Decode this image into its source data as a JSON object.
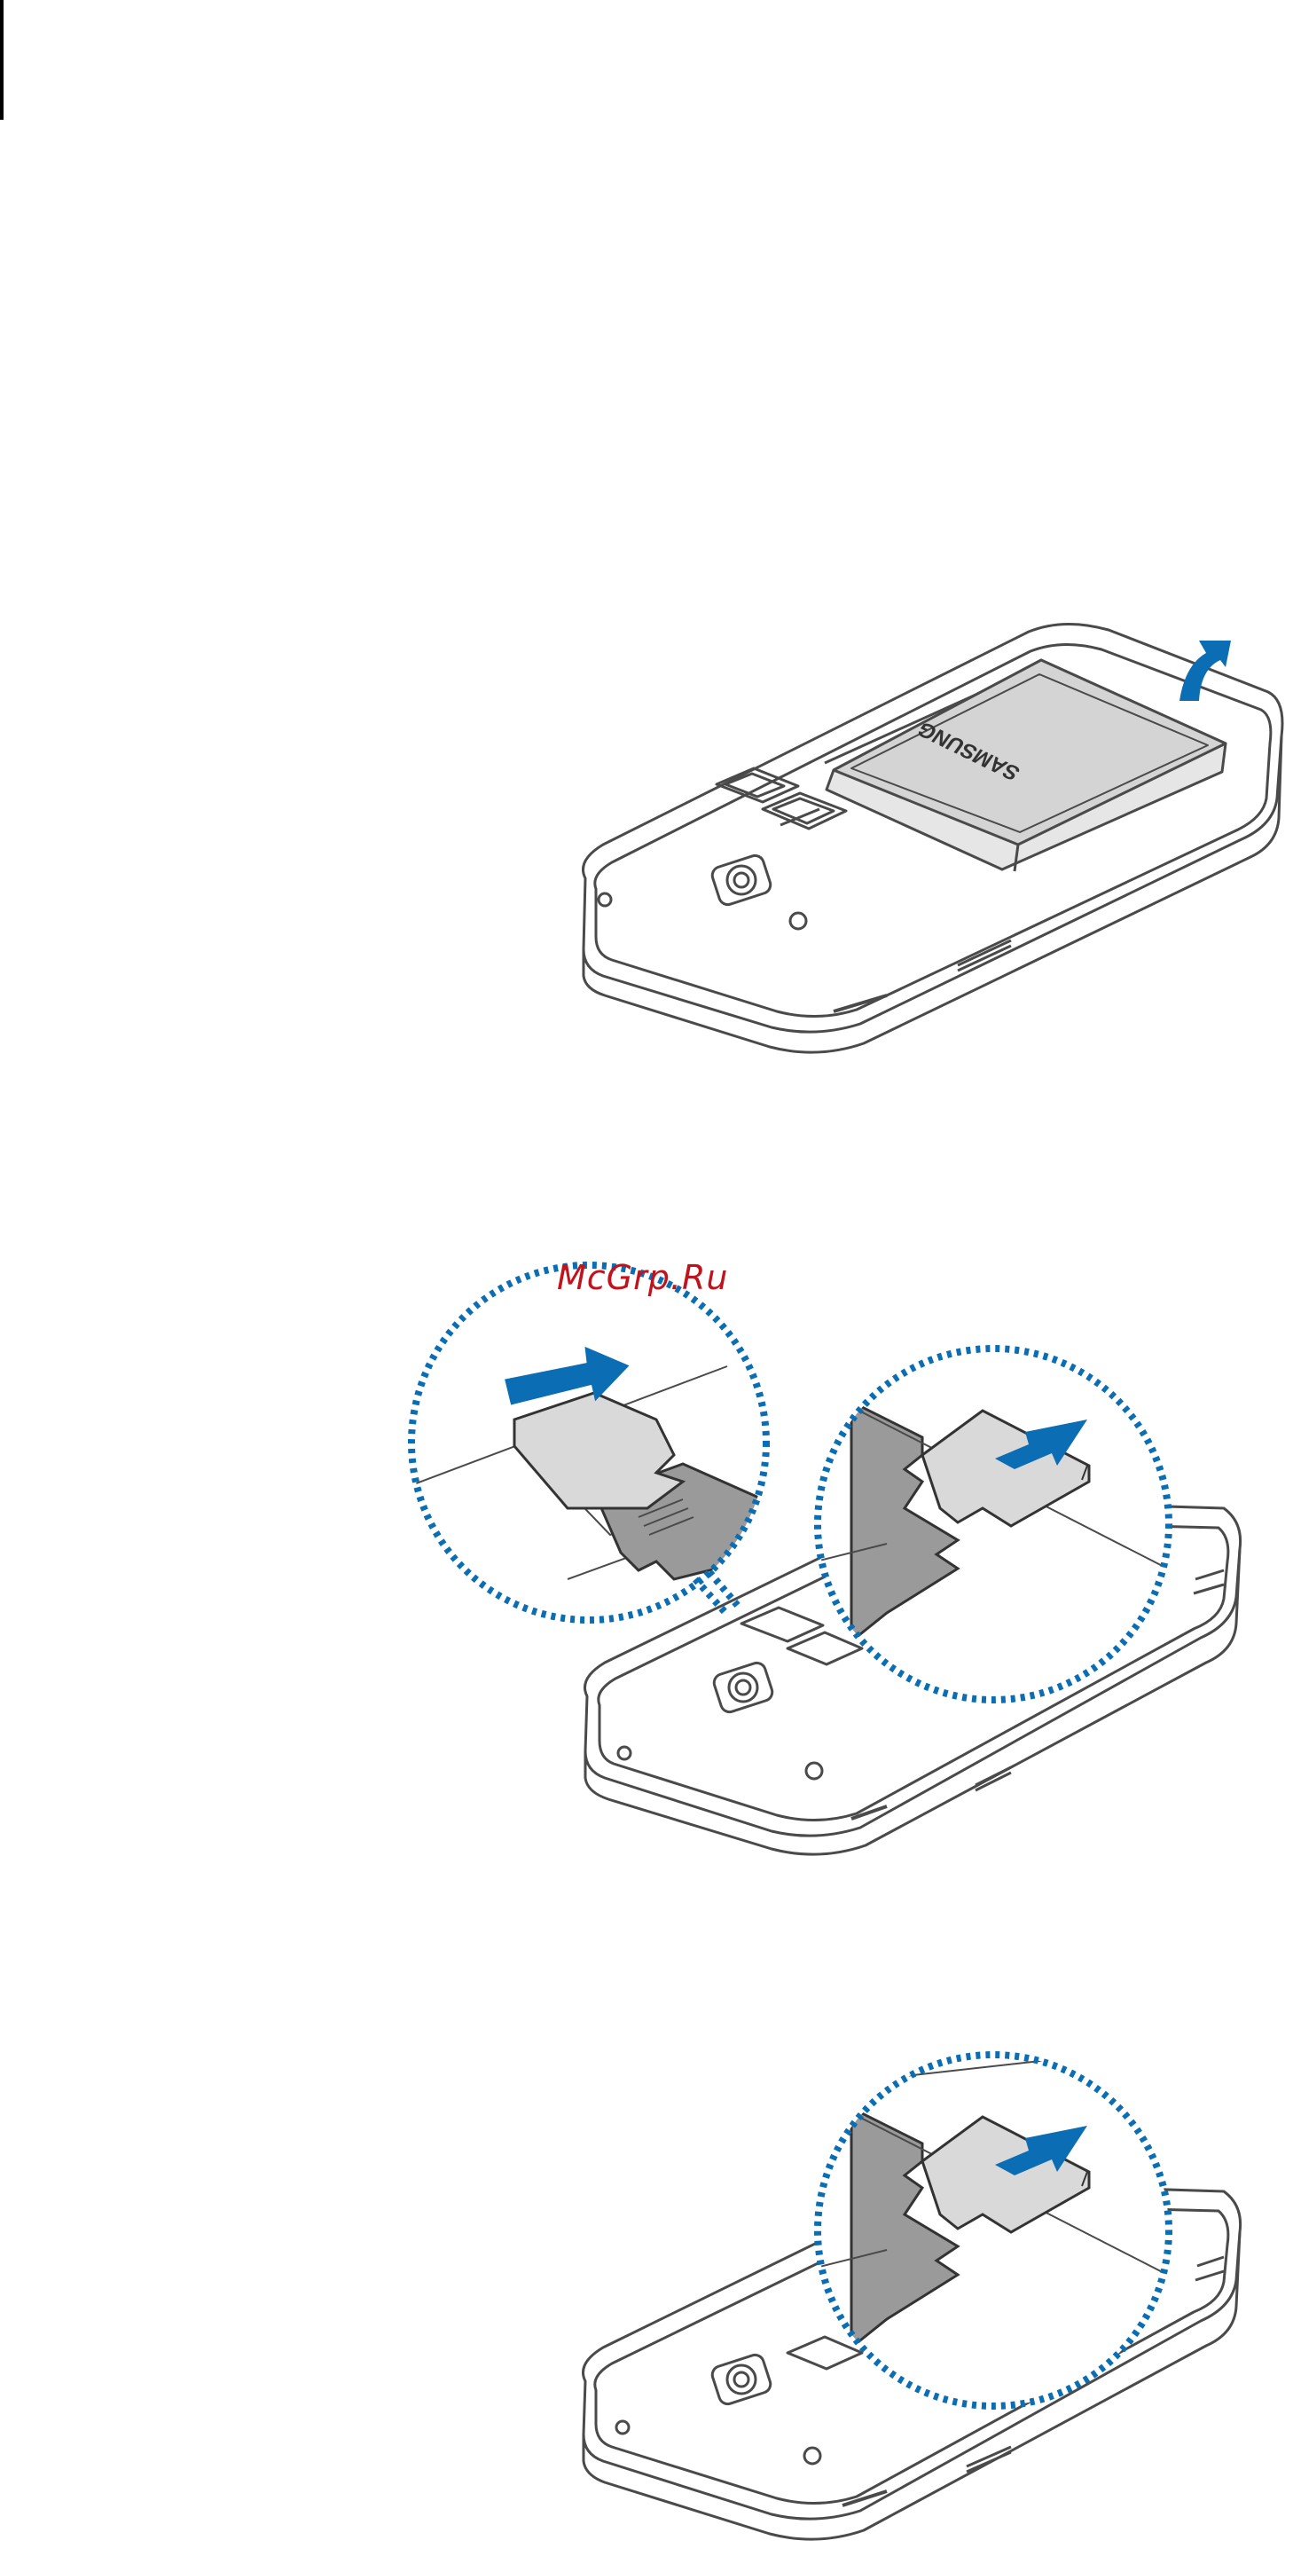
{
  "watermark": {
    "text": "McGrp.Ru"
  },
  "figures": [
    {
      "id": "remove-battery",
      "battery_brand": "SAMSUNG"
    },
    {
      "id": "remove-sim-1"
    },
    {
      "id": "remove-sim-2"
    }
  ],
  "colors": {
    "arrow": "#0b6db3",
    "dotted_circle": "#0b6db3",
    "outline": "#4a4a4a",
    "sim_light": "#d9d9d9",
    "sim_dark": "#9a9a9a"
  }
}
